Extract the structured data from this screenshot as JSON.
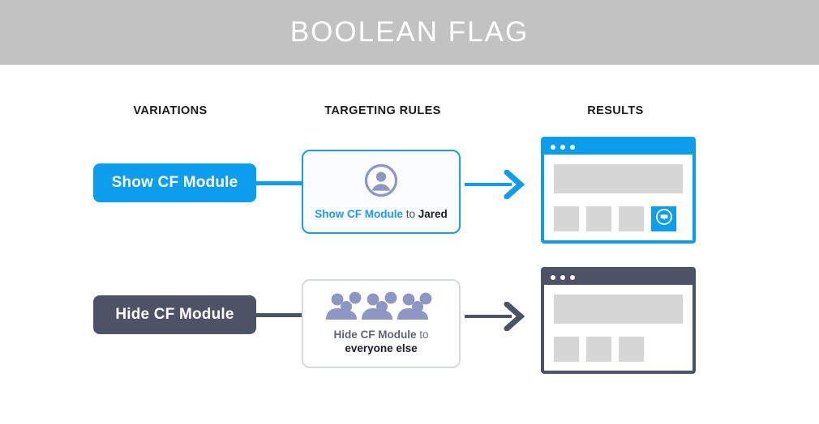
{
  "header": {
    "title": "BOOLEAN FLAG",
    "background_color": "#c2c2c2",
    "text_color": "#ffffff"
  },
  "columns": {
    "variations": "VARIATIONS",
    "targeting_rules": "TARGETING RULES",
    "results": "RESULTS"
  },
  "colors": {
    "accent_blue": "#0c9ded",
    "card_border_blue": "#1d9bf0",
    "dark_slate": "#4e5266",
    "icon_purple": "#8e96c4",
    "placeholder_grey": "#d6d6d6"
  },
  "rows": [
    {
      "variation": {
        "label": "Show CF Module",
        "style": "blue"
      },
      "rule": {
        "icon": "single-person-avatar-icon",
        "text_parts": {
          "variation": "Show CF Module",
          "connector": " to ",
          "audience": "Jared"
        }
      },
      "arrow": {
        "name": "arrow-right-icon",
        "color": "#0c9ded"
      },
      "result": {
        "window_style": "blue",
        "titlebar_dots": 3,
        "hero_block": "content-placeholder",
        "tiles": [
          "grey",
          "grey",
          "grey",
          "cf-module"
        ],
        "cf_tile_icon": "chat-bubble-icon"
      }
    },
    {
      "variation": {
        "label": "Hide CF Module",
        "style": "dark"
      },
      "rule": {
        "icon": "crowd-of-people-icon",
        "text_parts": {
          "variation": "Hide CF Module",
          "connector": " to",
          "audience": "everyone else"
        }
      },
      "arrow": {
        "name": "arrow-right-icon",
        "color": "#4e5266"
      },
      "result": {
        "window_style": "dark",
        "titlebar_dots": 3,
        "hero_block": "content-placeholder",
        "tiles": [
          "grey",
          "grey",
          "grey"
        ],
        "cf_tile_icon": null
      }
    }
  ]
}
